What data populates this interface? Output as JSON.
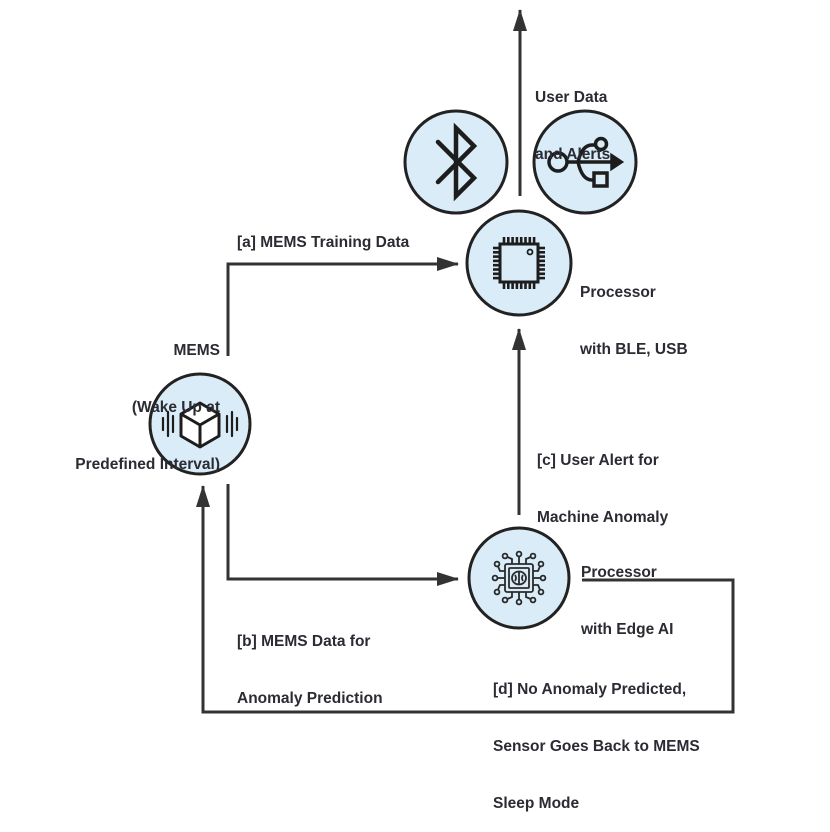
{
  "colors": {
    "node_fill": "#d9ecf7",
    "stroke": "#222222",
    "line": "#333333",
    "text": "#2b2b33",
    "background": "#ffffff"
  },
  "nodes": {
    "bluetooth": {
      "icon": "bluetooth-icon"
    },
    "usb": {
      "icon": "usb-icon"
    },
    "processor_ble_usb": {
      "icon": "chip-icon",
      "label_line1": "Processor",
      "label_line2": "with BLE, USB"
    },
    "mems": {
      "icon": "mems-sensor-cube-icon",
      "label_line1": "MEMS",
      "label_line2": "(Wake Up at",
      "label_line3": "Predefined Interval)"
    },
    "processor_edge_ai": {
      "icon": "ai-brain-chip-icon",
      "label_line1": "Processor",
      "label_line2": "with Edge AI"
    }
  },
  "edges": {
    "output": {
      "label_line1": "User Data",
      "label_line2": "and Alerts"
    },
    "a": {
      "label": "[a] MEMS Training Data"
    },
    "b": {
      "label_line1": "[b] MEMS Data for",
      "label_line2": "Anomaly Prediction"
    },
    "c": {
      "label_line1": "[c] User Alert for",
      "label_line2": "Machine Anomaly"
    },
    "d": {
      "label_line1": "[d] No Anomaly Predicted,",
      "label_line2": "Sensor Goes Back to MEMS",
      "label_line3": "Sleep Mode"
    }
  }
}
